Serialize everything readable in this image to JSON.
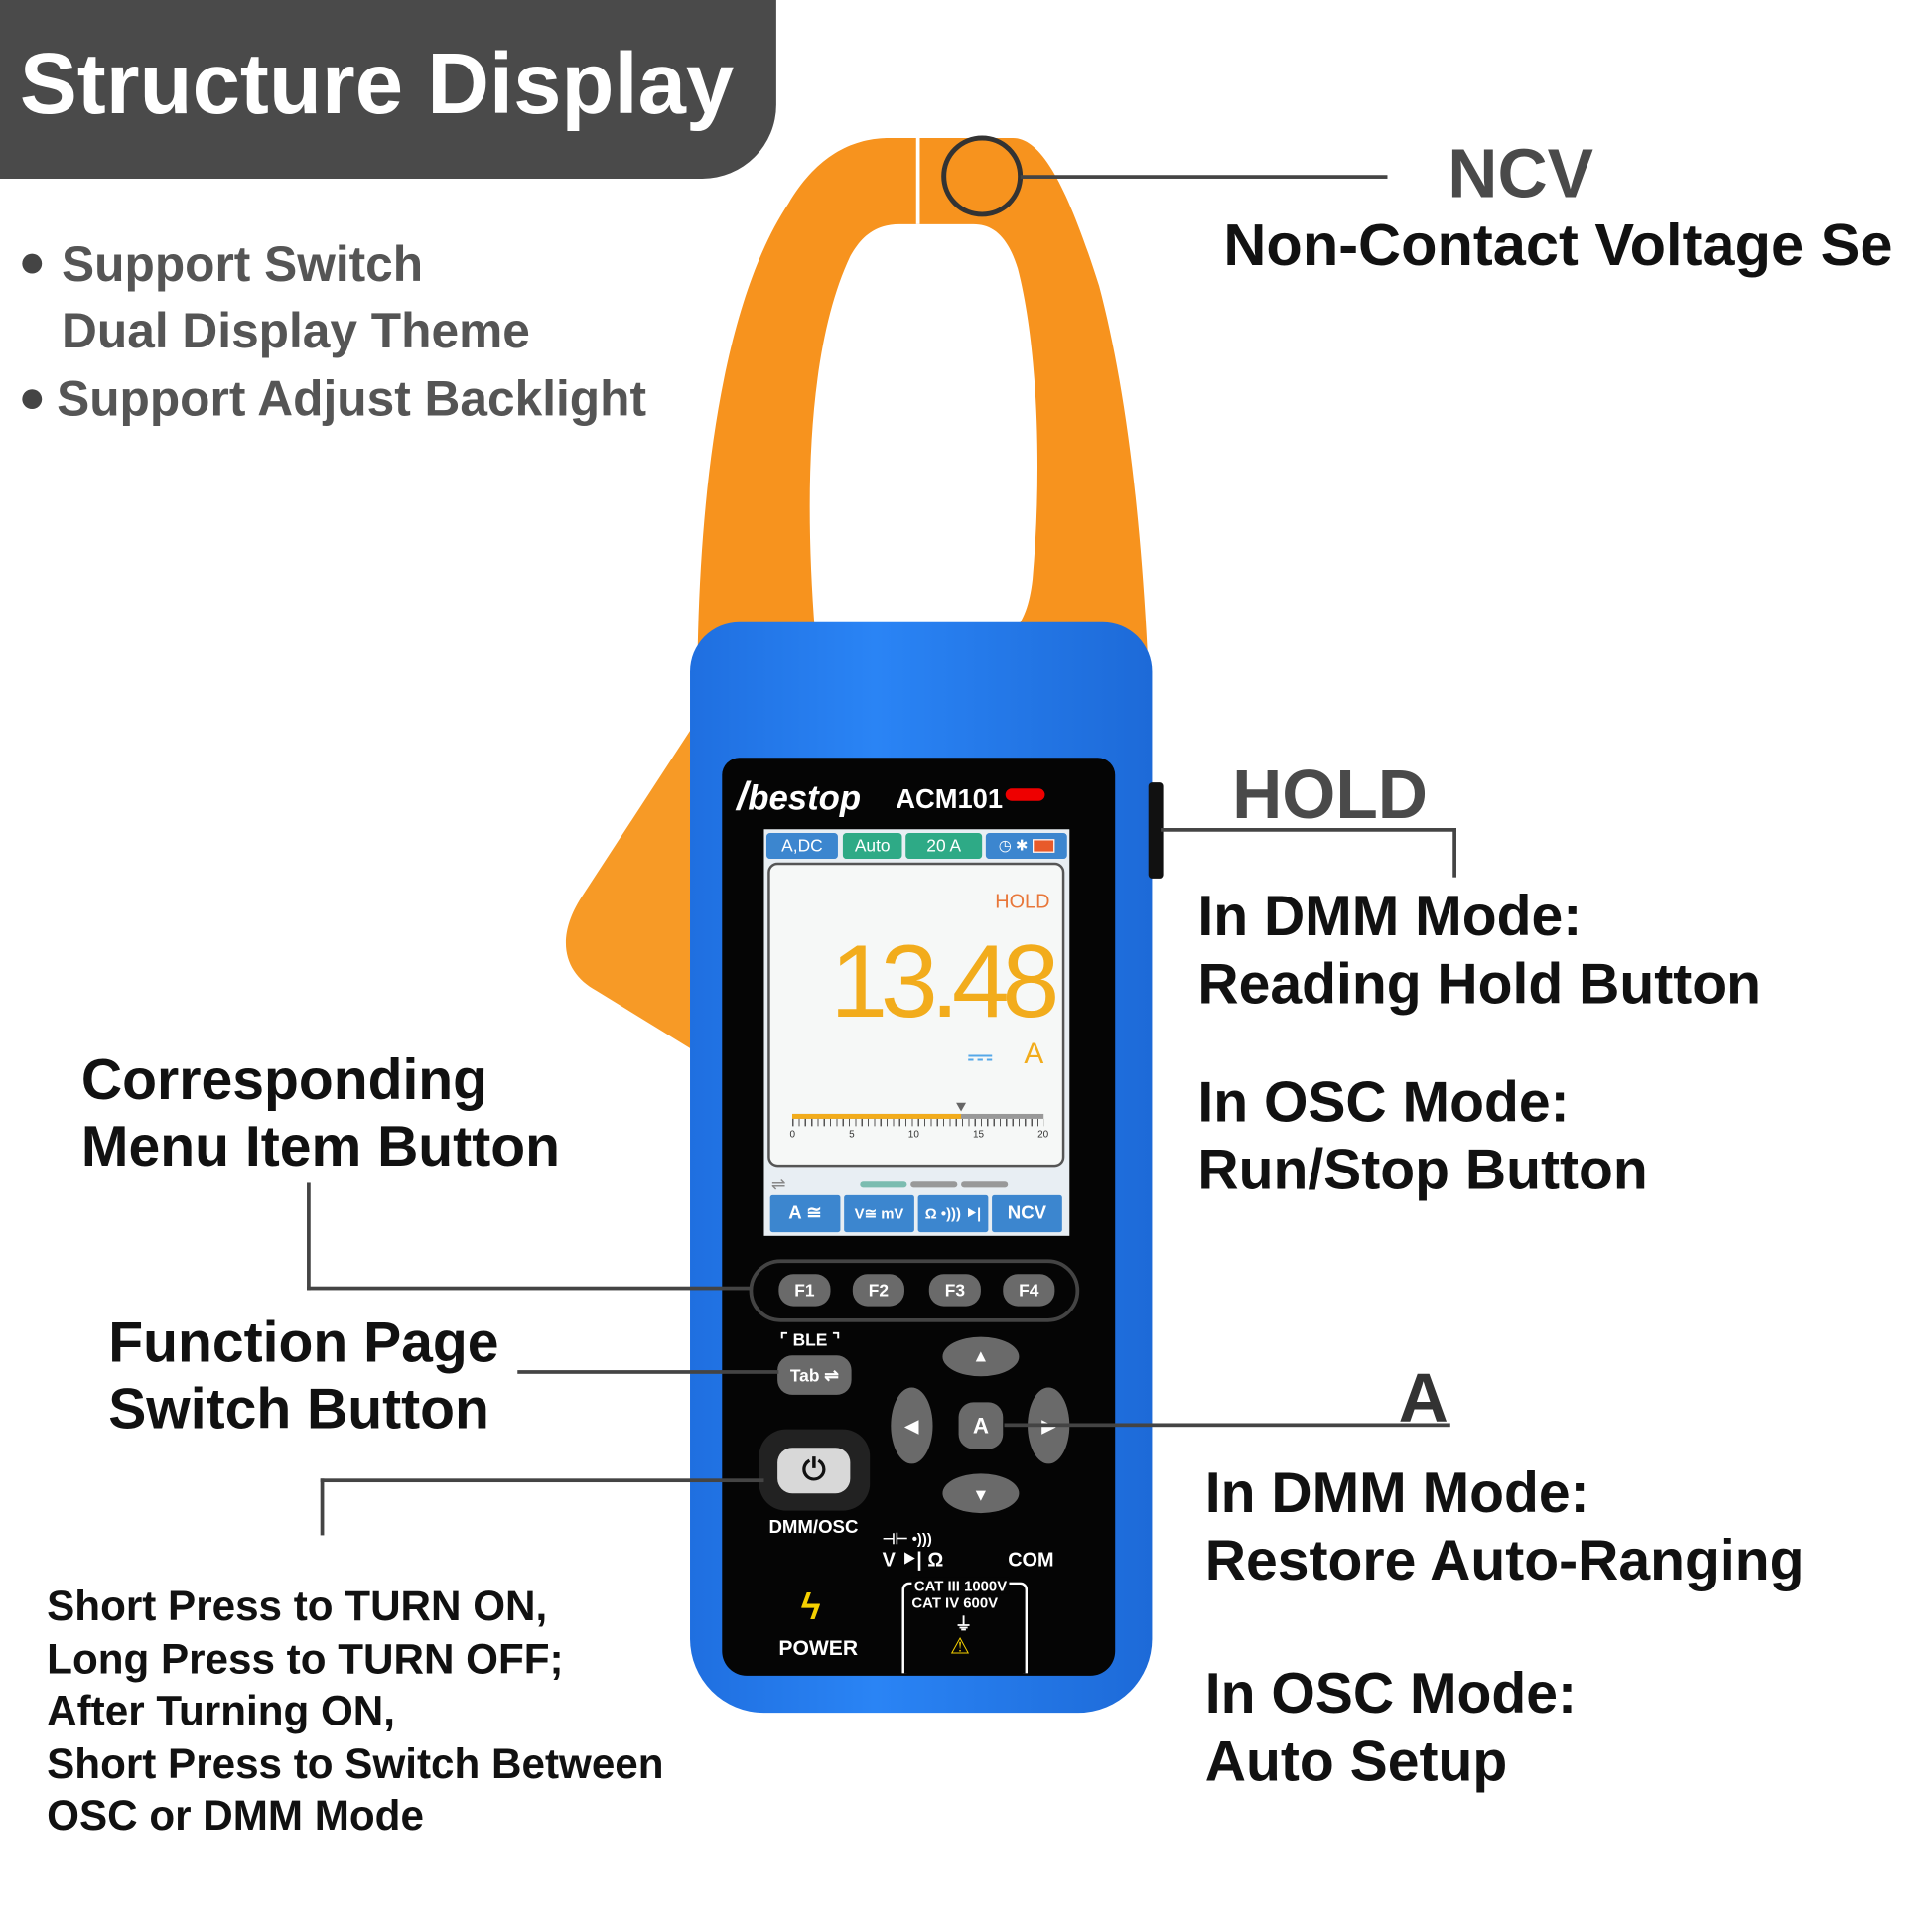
{
  "header": {
    "title": "Structure Display"
  },
  "features": [
    "Support Switch",
    "Dual Display Theme",
    "Support Adjust Backlight"
  ],
  "callouts": {
    "ncv": {
      "title": "NCV",
      "desc": "Non-Contact Voltage Se"
    },
    "hold": {
      "title": "HOLD",
      "dmm_title": "In DMM Mode:",
      "dmm_desc": "Reading Hold Button",
      "osc_title": "In OSC Mode:",
      "osc_desc": "Run/Stop Button"
    },
    "menu": {
      "line1": "Corresponding",
      "line2": "Menu Item Button"
    },
    "function_page": {
      "line1": "Function Page",
      "line2": "Switch Button"
    },
    "power": {
      "lines": [
        "Short Press to TURN ON,",
        "Long Press to TURN OFF;",
        "After Turning ON,",
        "Short Press to Switch Between",
        "OSC or DMM Mode"
      ]
    },
    "a_button": {
      "title": "A",
      "dmm_title": "In DMM Mode:",
      "dmm_desc": "Restore Auto-Ranging",
      "osc_title": "In OSC Mode:",
      "osc_desc": "Auto Setup"
    }
  },
  "device": {
    "brand": "bestop",
    "model": "ACM101",
    "status_tabs": [
      "A,DC",
      "Auto",
      "20 A"
    ],
    "status_icons": [
      "history-icon",
      "bluetooth-icon",
      "battery-icon"
    ],
    "hold_label": "HOLD",
    "reading": "13.48",
    "dc_symbol": "⎓",
    "unit": "A",
    "bar": {
      "value": 13.48,
      "max": 20,
      "ticks": [
        "0",
        "5",
        "10",
        "15",
        "20"
      ]
    },
    "page_indicator": {
      "current": 1,
      "total": 3
    },
    "function_buttons": [
      "A ≅",
      "V≅ mV",
      "Ω •))) ⯈|",
      "NCV"
    ],
    "f_keys": [
      "F1",
      "F2",
      "F3",
      "F4"
    ],
    "ble_label": "BLE",
    "tab_key": "Tab ⇌",
    "a_key": "A",
    "power_key_label": "DMM/OSC",
    "power_label": "POWER",
    "input_label_top": "⊣⊢ •)))",
    "input_label": "V ⯈| Ω",
    "com_label": "COM",
    "cat_ratings": [
      "CAT III 1000V",
      "CAT IV 600V"
    ],
    "colors": {
      "case": "#2a84f5",
      "jaw": "#f7931e",
      "reading": "#f2ac1c",
      "accent_green": "#2eaa86",
      "accent_blue": "#3c86cf"
    }
  }
}
